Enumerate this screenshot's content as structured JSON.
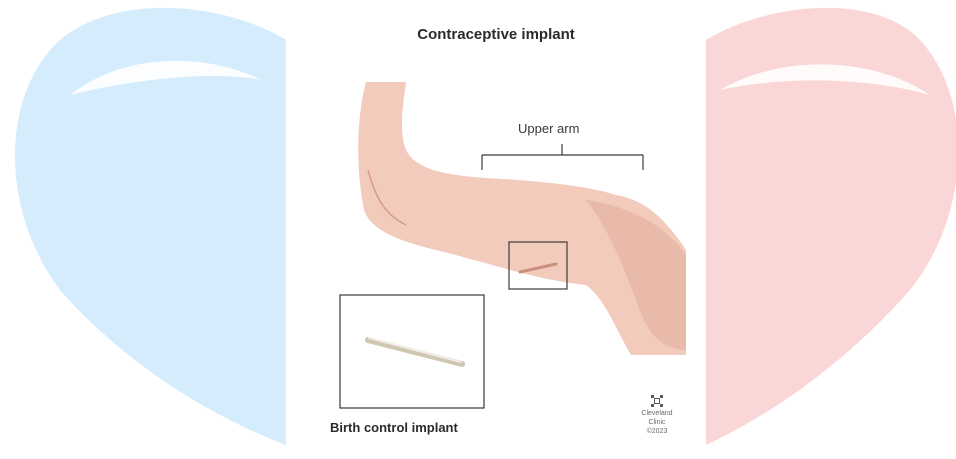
{
  "figure": {
    "title": "Contraceptive implant",
    "upper_arm_label": "Upper arm",
    "inset_caption": "Birth control implant",
    "credit": {
      "line1": "Cleveland",
      "line2": "Clinic",
      "line3": "©2023"
    }
  },
  "colors": {
    "left_heart": "#d4ecfb",
    "right_heart": "#fbd6d6",
    "skin": "#f2cbbd",
    "skin_shadow": "#e3ad9c",
    "outline": "#3a3a3a"
  }
}
